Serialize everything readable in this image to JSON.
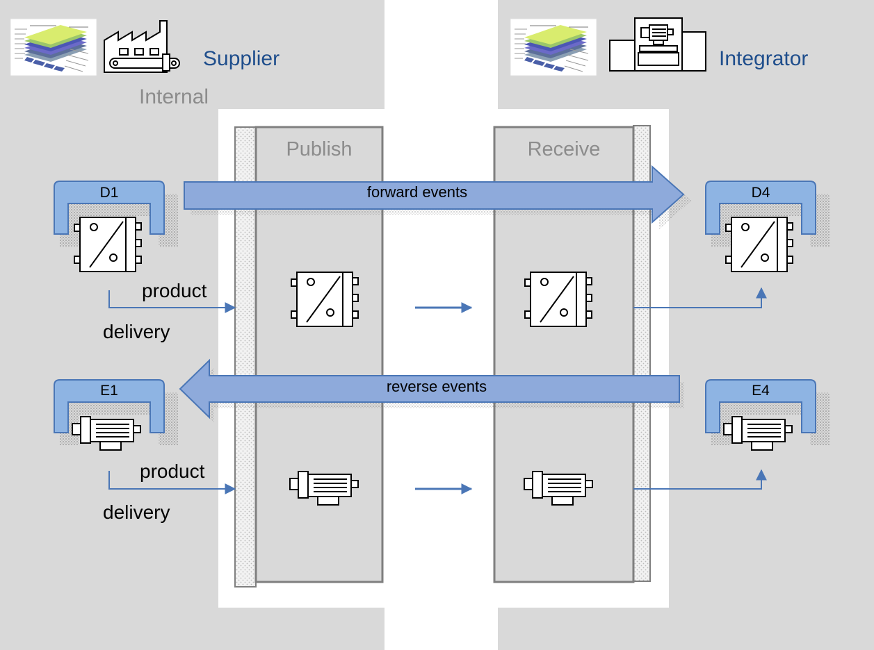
{
  "supplier": {
    "title": "Supplier",
    "internal_label": "Internal"
  },
  "integrator": {
    "title": "Integrator"
  },
  "columns": {
    "publish": "Publish",
    "receive": "Receive"
  },
  "events": {
    "forward": "forward events",
    "reverse": "reverse events"
  },
  "devices": {
    "d1": "D1",
    "d4": "D4",
    "e1": "E1",
    "e4": "E4"
  },
  "delivery": {
    "top": {
      "line1": "product",
      "line2": "delivery"
    },
    "bottom": {
      "line1": "product",
      "line2": "delivery"
    }
  },
  "icons": {
    "layer_stack": "layer-stack-thumbnail-icon",
    "factory": "factory-icon",
    "machine": "machine-icon",
    "drive": "drive-converter-icon",
    "motor": "electric-motor-icon"
  },
  "colors": {
    "region_gray": "#d9d9d9",
    "arrow_fill": "#8eaadb",
    "arrow_stroke": "#4a76b6",
    "card_fill": "#8eb4e3",
    "title_blue": "#1f4e8c",
    "column_border": "#7f7f7f",
    "label_gray": "#8c8c8c"
  }
}
